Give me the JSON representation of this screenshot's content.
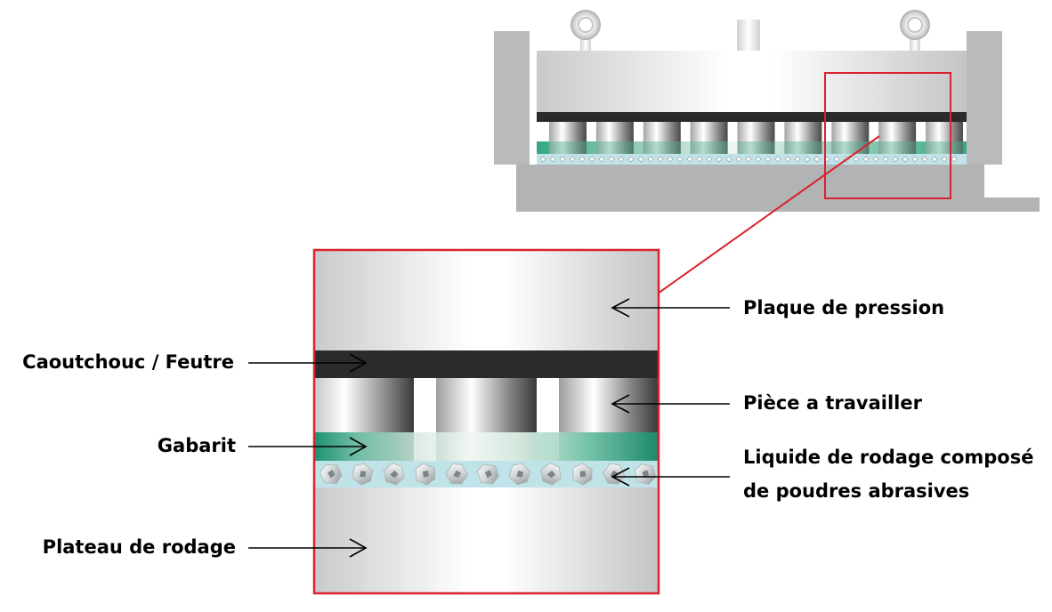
{
  "diagram": {
    "title": "Rodage - schéma de principe",
    "colors": {
      "frame_red": "#d9232e",
      "steel_light": "#ffffff",
      "steel_mid": "#d6d7d9",
      "steel_dark": "#b4b5b7",
      "rubber": "#2b2b2d",
      "jig_green": "#2a9a7a",
      "jig_green_light": "#8fcdb9",
      "slurry": "#bfe3e8",
      "arrow": "#000000"
    },
    "overview": {
      "workpiece_count": 9
    },
    "detail": {
      "workpiece_count": 3,
      "abrasive_particle_count": 11
    },
    "labels": {
      "plaque_de_pression": "Plaque de pression",
      "caoutchouc_feutre": "Caoutchouc / Feutre",
      "piece_a_travailler": "Pièce a travailler",
      "gabarit": "Gabarit",
      "liquide_line1": "Liquide de rodage composé",
      "liquide_line2": "de poudres abrasives",
      "plateau_de_rodage": "Plateau de rodage"
    }
  }
}
